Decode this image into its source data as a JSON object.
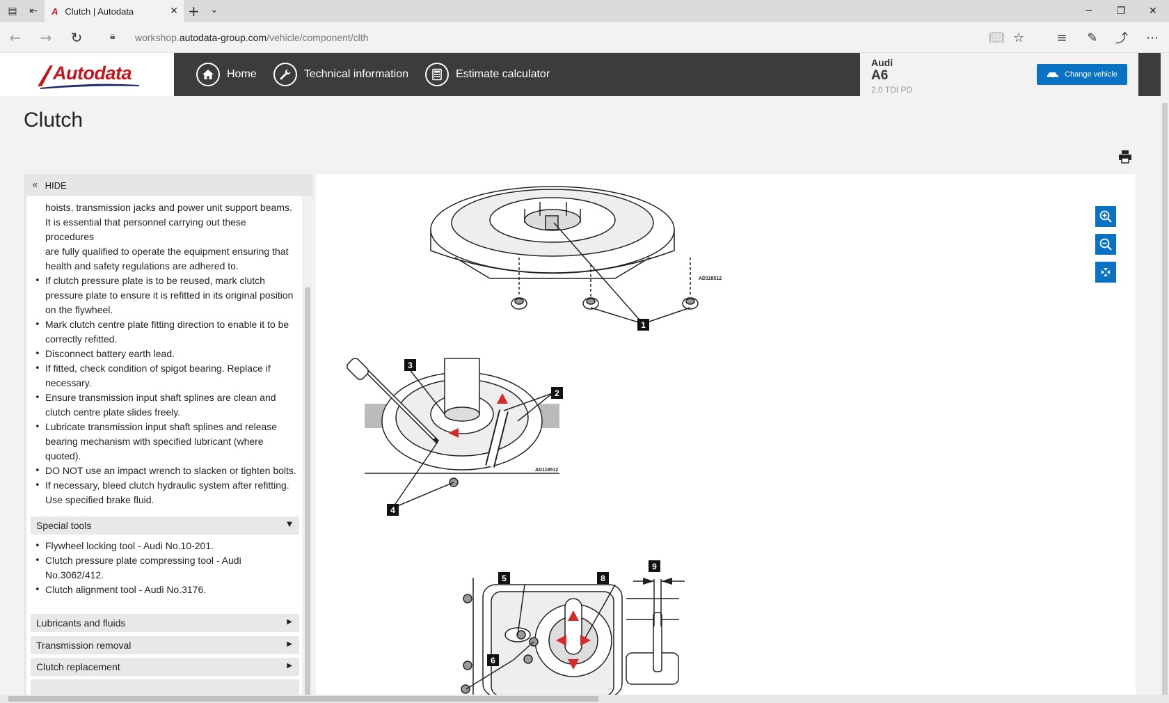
{
  "browser": {
    "tab_title": "Clutch | Autodata",
    "tab_favicon": "A",
    "url_prefix": "workshop.",
    "url_domain": "autodata-group.com",
    "url_path": "/vehicle/component/clth"
  },
  "site": {
    "logo_text": "Autodata",
    "nav": [
      {
        "label": "Home",
        "icon": "home-icon"
      },
      {
        "label": "Technical information",
        "icon": "wrench-icon"
      },
      {
        "label": "Estimate calculator",
        "icon": "calculator-icon"
      }
    ],
    "vehicle": {
      "make": "Audi",
      "model": "A6",
      "engine": "2.0 TDI PD",
      "change_label": "Change vehicle"
    }
  },
  "page": {
    "title": "Clutch",
    "hide_label": "HIDE"
  },
  "notes": [
    {
      "text": "hoists, transmission jacks and power unit support beams.",
      "dot": false
    },
    {
      "text": "It is essential that personnel carrying out these procedures",
      "dot": false
    },
    {
      "text": "are fully qualified to operate the equipment ensuring that",
      "dot": false
    },
    {
      "text": "health and safety regulations are adhered to.",
      "dot": false
    },
    {
      "text": "If clutch pressure plate is to be reused, mark clutch",
      "dot": true
    },
    {
      "text": "pressure plate to ensure it is refitted in its original position",
      "dot": false
    },
    {
      "text": "on the flywheel.",
      "dot": false
    },
    {
      "text": "Mark clutch centre plate fitting direction to enable it to be",
      "dot": true
    },
    {
      "text": "correctly refitted.",
      "dot": false
    },
    {
      "text": "Disconnect battery earth lead.",
      "dot": true
    },
    {
      "text": "If fitted, check condition of spigot bearing. Replace if",
      "dot": true
    },
    {
      "text": "necessary.",
      "dot": false
    },
    {
      "text": "Ensure transmission input shaft splines are clean and",
      "dot": true
    },
    {
      "text": "clutch centre plate slides freely.",
      "dot": false
    },
    {
      "text": "Lubricate transmission input shaft splines and release",
      "dot": true
    },
    {
      "text": "bearing mechanism with specified lubricant (where",
      "dot": false
    },
    {
      "text": "quoted).",
      "dot": false
    },
    {
      "text": "DO NOT use an impact wrench to slacken or tighten bolts.",
      "dot": true
    },
    {
      "text": "If necessary, bleed clutch hydraulic system after refitting.",
      "dot": true
    },
    {
      "text": "Use specified brake fluid.",
      "dot": false
    }
  ],
  "special_tools": {
    "label": "Special tools",
    "items": [
      {
        "text": "Flywheel locking tool - Audi No.10-201.",
        "dot": true
      },
      {
        "text": "Clutch pressure plate compressing tool - Audi",
        "dot": true
      },
      {
        "text": "No.3062/412.",
        "dot": false
      },
      {
        "text": "Clutch alignment tool - Audi No.3176.",
        "dot": true
      }
    ]
  },
  "sections": [
    {
      "label": "Lubricants and fluids"
    },
    {
      "label": "Transmission removal"
    },
    {
      "label": "Clutch replacement"
    }
  ],
  "figure": {
    "ref1": "AD118512",
    "ref2": "AD118512",
    "callouts": [
      "1",
      "2",
      "3",
      "4",
      "5",
      "6",
      "8",
      "9"
    ]
  },
  "zoom_controls": [
    "zoom-in-icon",
    "zoom-out-icon",
    "fit-icon"
  ],
  "colors": {
    "accent": "#0a72c3",
    "brand": "#c4161c",
    "nav_bg": "#3c3c3c"
  }
}
